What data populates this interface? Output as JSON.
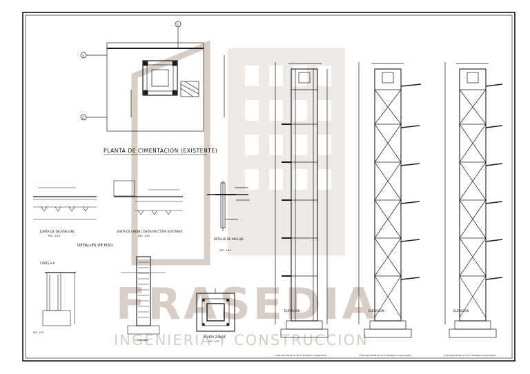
{
  "sheet": {
    "title_main": "PLANTA DE CIMENTACION (EXISTENTE)",
    "grid_top": "0",
    "grid_left_top": "1",
    "grid_left_bottom": "2",
    "detail_juntas": "JUNTA DE DILATACION",
    "detail_juntas_scale": "ESC. 1/10",
    "detail_union": "JUNTA DE UNION CON ESTRUCTURA EXISTENTE",
    "detail_union_scale": "ESC. 1/10",
    "detail_anclaje": "DETALLE DE ANCLAJE",
    "detail_anclaje_scale": "ESC. 1/10",
    "detalles_piso": "DETALLES DE PISO",
    "section_a": "CORTE A-A",
    "section_a_scale": "ESC. 1/25",
    "column": "COLUMNA",
    "footing_plan": "PLANTA ZAPATA",
    "footing_plan_scale": "ESC. 1/25",
    "elevations": [
      {
        "label": "ELEVACION",
        "caption": "(1) Escalera Modal de 10 cm Protegido al galvanizado"
      },
      {
        "label": "ELEVACION",
        "caption": "(2) Escalera Modal de 10 cm Protegido al galvanizado"
      },
      {
        "label": "ELEVACION",
        "caption": "(3) Escalera Modal de 10 cm Protegido al galvanizado"
      }
    ],
    "watermark_sub": "INGENIERIA Y CONSTRUCCION",
    "watermark_brand": "FRASEDIA"
  },
  "colors": {
    "line": "#1a1a1a",
    "watermark": "#b8a594",
    "border": "#000000"
  }
}
